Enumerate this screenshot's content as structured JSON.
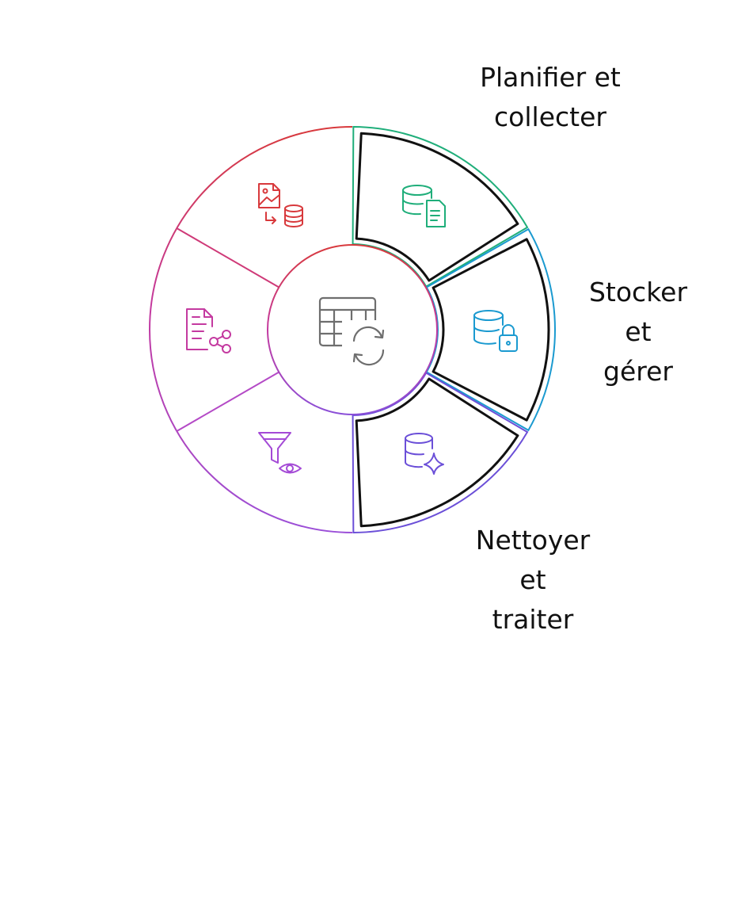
{
  "diagram": {
    "center_icon": "table-sync-icon",
    "stages": [
      {
        "id": "planifier",
        "label": "Planifier et\ncollecter",
        "color": "#1fae7a",
        "icon": "database-document-icon",
        "highlighted": true
      },
      {
        "id": "stocker",
        "label": "Stocker\net\ngérer",
        "color": "#1b9ad0",
        "icon": "database-lock-icon",
        "highlighted": true
      },
      {
        "id": "nettoyer",
        "label": "Nettoyer\net\ntraiter",
        "color": "#6b4fd8",
        "icon": "database-sparkle-icon",
        "highlighted": true
      },
      {
        "id": "analyser",
        "color": "#a44ad6",
        "icon": "filter-eye-icon",
        "highlighted": false
      },
      {
        "id": "partager",
        "color": "#c43aa0",
        "icon": "document-share-icon",
        "highlighted": false
      },
      {
        "id": "archiver",
        "color": "#d8393c",
        "icon": "image-to-database-icon",
        "highlighted": false
      }
    ],
    "outline_color": "#111111",
    "center_color": "#6e6e6e"
  }
}
